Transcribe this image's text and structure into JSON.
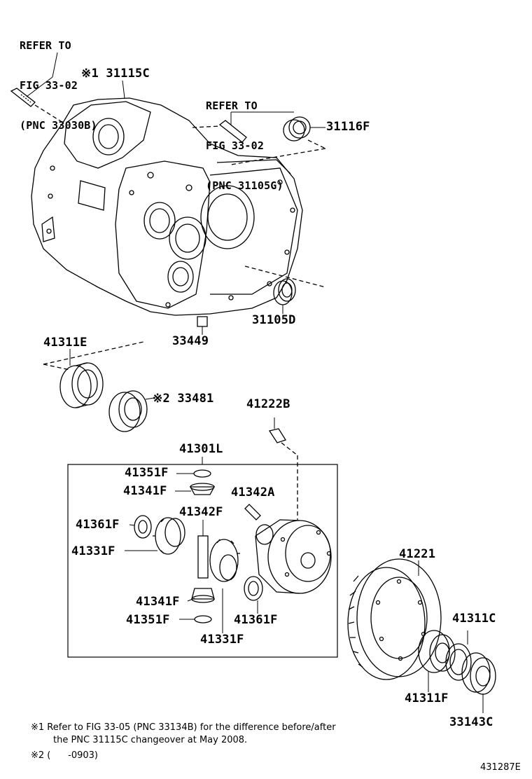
{
  "refs": {
    "ref1": [
      "REFER TO",
      "FIG 33-02",
      "(PNC 33030B)"
    ],
    "ref2": [
      "REFER TO",
      "FIG 33-02",
      "(PNC 31105G)"
    ]
  },
  "parts": {
    "p31115C": "※1 31115C",
    "p31116F": "31116F",
    "p31105D": "31105D",
    "p33449": "33449",
    "p41311E": "41311E",
    "p33481": "※2 33481",
    "p41222B": "41222B",
    "p41301L": "41301L",
    "p41351F_a": "41351F",
    "p41341F_a": "41341F",
    "p41342A": "41342A",
    "p41342F": "41342F",
    "p41361F_a": "41361F",
    "p41331F_a": "41331F",
    "p41341F_b": "41341F",
    "p41351F_b": "41351F",
    "p41361F_b": "41361F",
    "p41331F_b": "41331F",
    "p41221": "41221",
    "p41311C": "41311C",
    "p41311F": "41311F",
    "p33143C": "33143C"
  },
  "notes": {
    "n1_line1": "※1 Refer to FIG 33-05 (PNC 33134B) for the difference before/after",
    "n1_line2": "the PNC 31115C changeover at May 2008.",
    "n2": "※2 (      -0903)"
  },
  "diagram_id": "431287E"
}
